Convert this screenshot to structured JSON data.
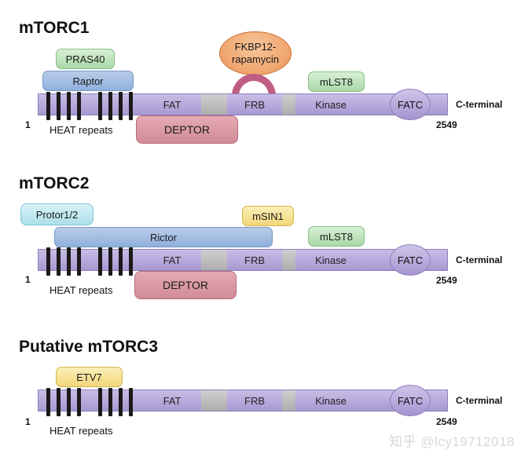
{
  "panels": [
    {
      "title": "mTORC1",
      "domains": {
        "fat": "FAT",
        "frb": "FRB",
        "kinase": "Kinase",
        "fatc": "FATC"
      },
      "labels": {
        "start": "1",
        "end": "2549",
        "cterm": "C-terminal",
        "heat": "HEAT repeats"
      },
      "partners": {
        "pras40": "PRAS40",
        "raptor": "Raptor",
        "deptor": "DEPTOR",
        "mlst8": "mLST8",
        "fkbp": "FKBP12-\nrapamycin"
      }
    },
    {
      "title": "mTORC2",
      "domains": {
        "fat": "FAT",
        "frb": "FRB",
        "kinase": "Kinase",
        "fatc": "FATC"
      },
      "labels": {
        "start": "1",
        "end": "2549",
        "cterm": "C-terminal",
        "heat": "HEAT repeats"
      },
      "partners": {
        "protor": "Protor1/2",
        "rictor": "Rictor",
        "msin1": "mSIN1",
        "mlst8": "mLST8",
        "deptor": "DEPTOR"
      }
    },
    {
      "title": "Putative mTORC3",
      "domains": {
        "fat": "FAT",
        "frb": "FRB",
        "kinase": "Kinase",
        "fatc": "FATC"
      },
      "labels": {
        "start": "1",
        "end": "2549",
        "cterm": "C-terminal",
        "heat": "HEAT repeats"
      },
      "partners": {
        "etv7": "ETV7"
      }
    }
  ],
  "watermark": "知乎 @lcy19712018",
  "colors": {
    "bar": "#a898d2",
    "spacer": "#bdbdbd",
    "heat": "#1a1a1a",
    "green": "#a9d9a7",
    "blue": "#8fb0dc",
    "pink": "#d08b96",
    "yellow": "#f2d67a",
    "cyan": "#aee0ea",
    "orange": "#eb9458",
    "arc": "#bf5e84"
  }
}
